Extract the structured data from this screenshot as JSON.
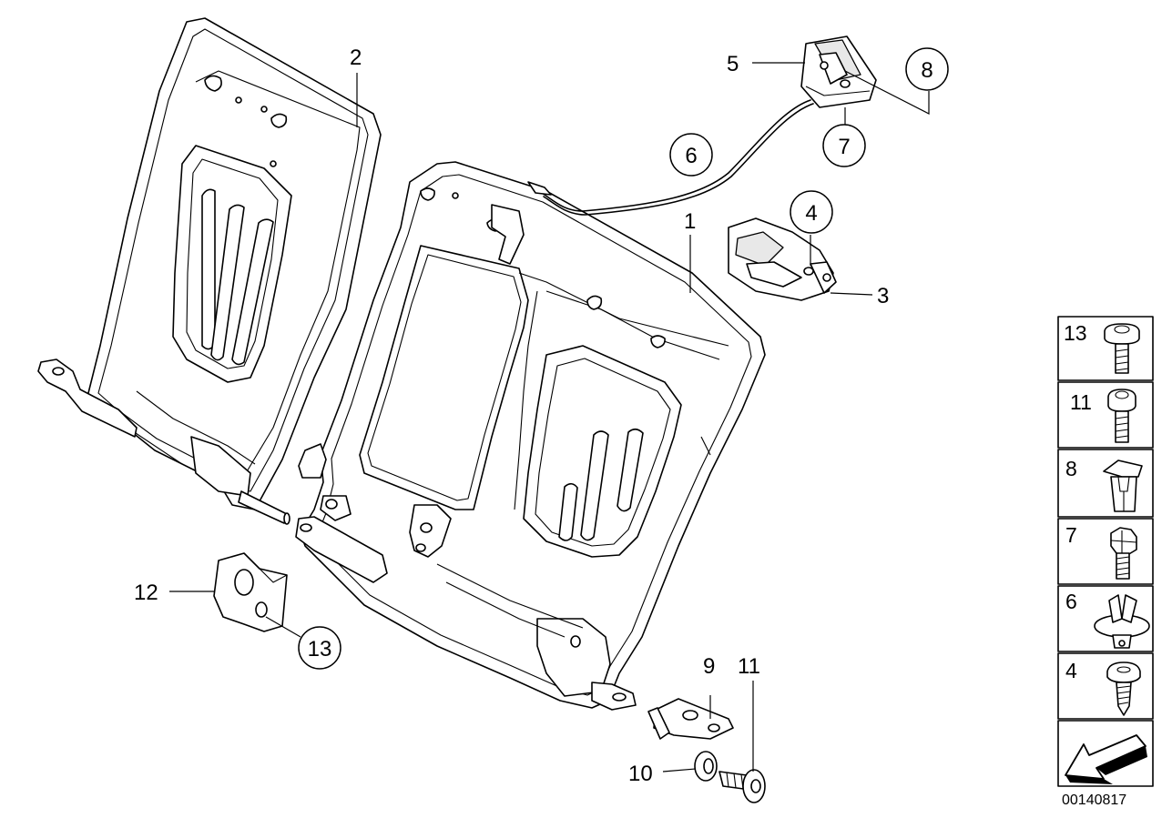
{
  "diagram": {
    "id": "00140817",
    "callouts": [
      {
        "label": "1"
      },
      {
        "label": "2"
      },
      {
        "label": "3"
      },
      {
        "label": "4"
      },
      {
        "label": "5"
      },
      {
        "label": "6"
      },
      {
        "label": "7"
      },
      {
        "label": "8"
      },
      {
        "label": "9"
      },
      {
        "label": "10"
      },
      {
        "label": "11"
      },
      {
        "label": "12"
      },
      {
        "label": "13"
      }
    ],
    "legend": [
      {
        "label": "13",
        "icon": "torx-bolt-icon"
      },
      {
        "label": "11",
        "icon": "torx-bolt-icon"
      },
      {
        "label": "8",
        "icon": "clip-nut-icon"
      },
      {
        "label": "7",
        "icon": "hex-bolt-icon"
      },
      {
        "label": "6",
        "icon": "expanding-rivet-icon"
      },
      {
        "label": "4",
        "icon": "tapping-screw-icon"
      },
      {
        "label": "",
        "icon": "arrow-direction-icon"
      }
    ]
  }
}
